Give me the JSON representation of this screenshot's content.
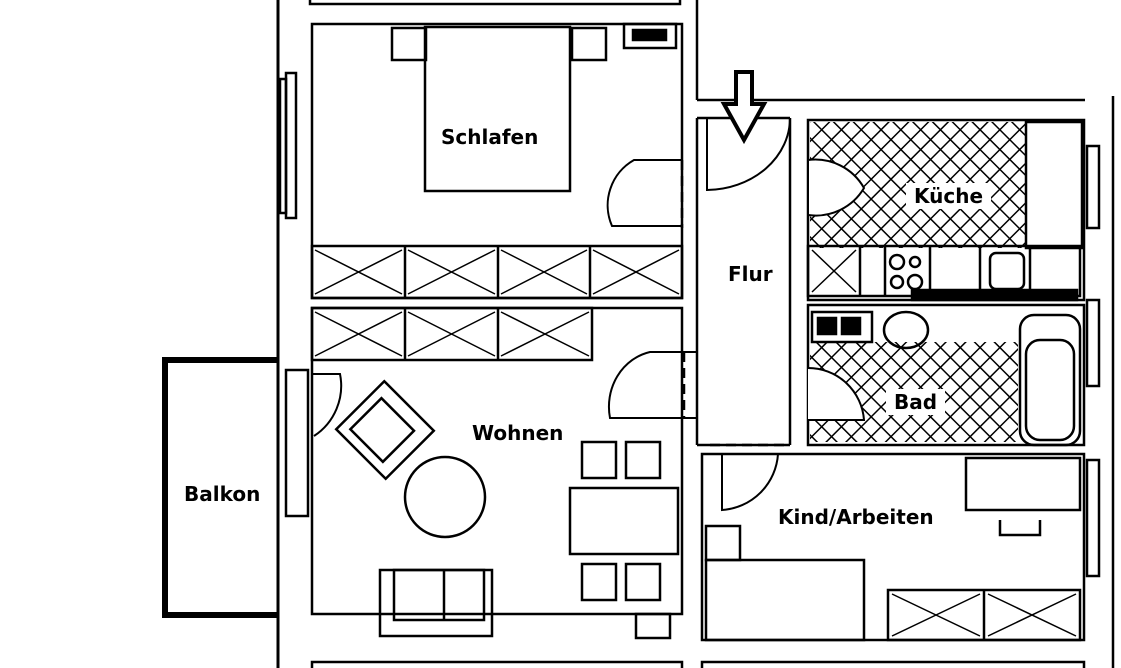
{
  "plan": {
    "colors": {
      "line": "#000000",
      "background": "#ffffff"
    },
    "entrance_marker": "arrow-down",
    "rooms": {
      "schlafen": "Schlafen",
      "flur": "Flur",
      "kueche": "Küche",
      "bad": "Bad",
      "wohnen": "Wohnen",
      "kind": "Kind/Arbeiten",
      "balkon": "Balkon"
    }
  }
}
